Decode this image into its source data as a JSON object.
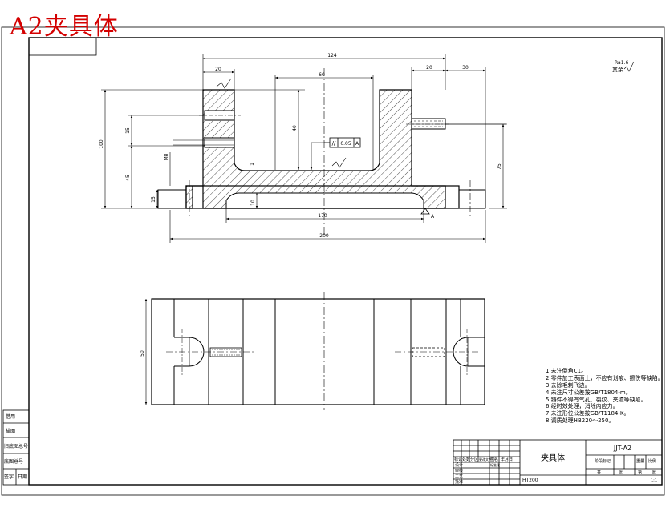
{
  "header": {
    "title": "A2夹具体"
  },
  "drawing": {
    "roughness_symbol": "Ra1.6",
    "roughness_note": "其余",
    "top_view": {
      "dimensions": {
        "overall_width": "124",
        "left_lug": "20",
        "right_lug": "20",
        "right_offset": "30",
        "center_slot": "60",
        "height_left": "100",
        "hole_pitch": "15",
        "lower_left": "45",
        "slot_depth": "40",
        "right_height": "75",
        "step": "15",
        "chamfer": "1",
        "thread": "M8",
        "bottom_inner": "170",
        "bottom_overall": "200",
        "base_gap": "10"
      },
      "tolerance_frame": {
        "symbol": "//",
        "value": "0.05",
        "datum": "A"
      },
      "datum_label": "A"
    },
    "plan_view": {
      "width_dim": "50"
    }
  },
  "technical_requirements": [
    "1.未注倒角C1。",
    "2.零件加工表面上，不应有划痕、擦伤等缺陷。",
    "3.去除毛刺飞边。",
    "4.未注尺寸公差按GB/T1804-m。",
    "5.铸件不得有气孔、裂纹、夹渣等缺陷。",
    "6.经时效处理，消除内应力。",
    "7.未注形位公差按GB/T1184-K。",
    "8.调质处理HB220～250。"
  ],
  "side_panel": [
    "借用",
    "描图",
    "旧底图总号",
    "底图总号",
    "签字",
    "日期"
  ],
  "title_block": {
    "part_name": "夹具体",
    "drawing_no": "JJT-A2",
    "material": "HT200",
    "scale": "1:1",
    "headers_left": [
      "标记",
      "处数",
      "分区",
      "更改文件号",
      "签名",
      "年月日"
    ],
    "roles": [
      "设计",
      "审核",
      "工艺",
      "批准"
    ],
    "stage_labels": [
      "阶段标记",
      "重量",
      "比例"
    ],
    "sheet_labels": [
      "共",
      "张",
      "第",
      "张"
    ],
    "std_label": "标准化"
  }
}
